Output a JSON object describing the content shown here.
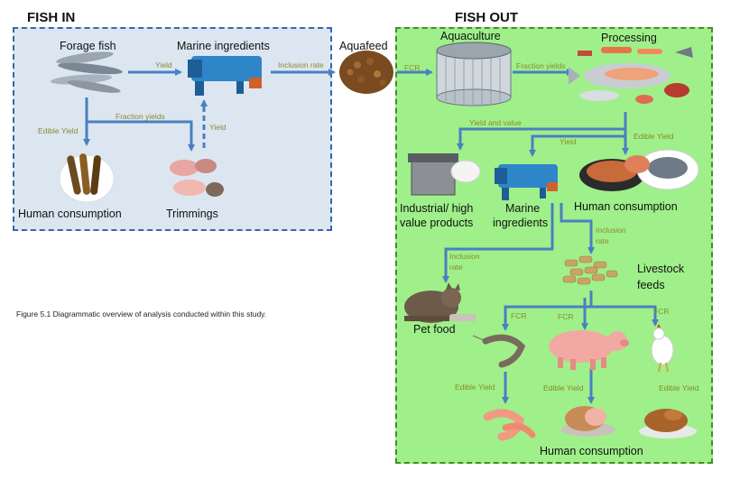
{
  "headers": {
    "fish_in": "FISH IN",
    "fish_out": "FISH OUT"
  },
  "nodes": {
    "forage_fish": "Forage fish",
    "marine_ingredients_top": "Marine ingredients",
    "human_consumption_left": "Human consumption",
    "trimmings": "Trimmings",
    "aquafeed": "Aquafeed",
    "aquaculture": "Aquaculture",
    "processing": "Processing",
    "industrial_line1": "Industrial/ high",
    "industrial_line2": "value products",
    "marine_line1": "Marine",
    "marine_line2": "ingredients",
    "human_consumption_right": "Human consumption",
    "livestock_line1": "Livestock",
    "livestock_line2": "feeds",
    "pet_food": "Pet food",
    "human_consumption_bottom": "Human consumption"
  },
  "edges": {
    "yield_forage": "Yield",
    "edible_yield_left": "Edible Yield",
    "fraction_yields_left": "Fraction yields",
    "yield_trimmings": "Yield",
    "inclusion_rate_top": "Inclusion rate",
    "fcr_aquafeed": "FCR",
    "fraction_yields_right": "Fraction yields",
    "yield_and_value": "Yield and value",
    "yield_marine": "Yield",
    "edible_yield_processing": "Edible Yield",
    "inclusion_rate_pet_1": "Inclusion",
    "inclusion_rate_pet_2": "rate",
    "inclusion_rate_livestock_1": "Inclusion",
    "inclusion_rate_livestock_2": "rate",
    "fcr_shrimp": "FCR",
    "fcr_pig": "FCR",
    "fcr_chicken": "FCR",
    "edible_yield_shrimp": "Edible Yield",
    "edible_yield_pig": "Edible Yield",
    "edible_yield_chicken": "Edible Yield"
  },
  "caption": "Figure 5.1 Diagrammatic overview of analysis conducted within this study.",
  "colors": {
    "arrow": "#4a7fc1",
    "left_fill": "#dce6f1",
    "right_fill": "#9ff08a",
    "edge_text": "#8a8a2a"
  },
  "icons": [
    "forage-fish-icon",
    "extruder-machine-icon",
    "dried-fish-plate-icon",
    "trimmings-icon",
    "feed-pellets-icon",
    "aquaculture-pen-icon",
    "salmon-processing-icon",
    "industrial-products-icon",
    "seafood-dishes-icon",
    "livestock-pellets-icon",
    "cat-icon",
    "shrimp-icon",
    "pig-icon",
    "chicken-icon",
    "cooked-shrimp-icon",
    "ham-icon",
    "roast-chicken-icon"
  ]
}
